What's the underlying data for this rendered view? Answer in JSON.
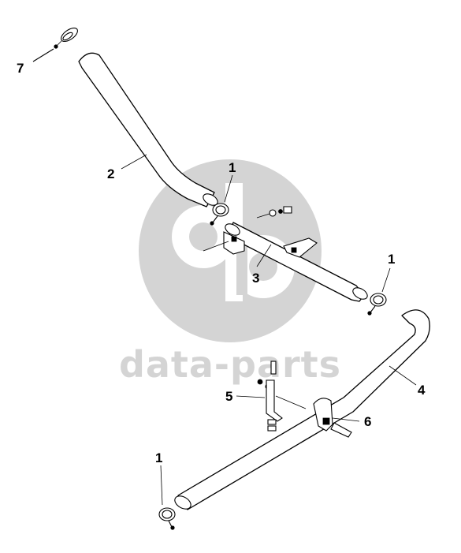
{
  "watermark": {
    "text": "data-parts",
    "color": "#d4d4d4"
  },
  "callouts": {
    "c7": "7",
    "c2": "2",
    "c1_top": "1",
    "c3": "3",
    "c1_right": "1",
    "c4": "4",
    "c5": "5",
    "c6": "6",
    "c1_bottom": "1"
  }
}
